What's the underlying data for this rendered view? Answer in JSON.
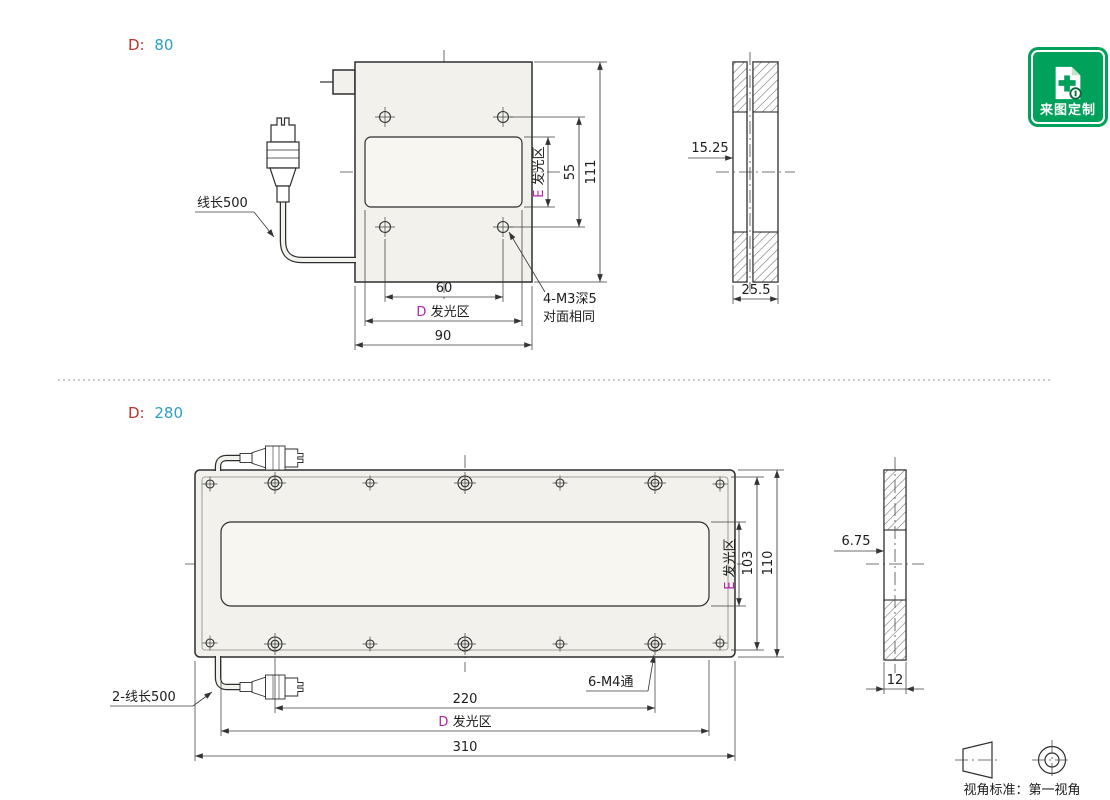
{
  "colors": {
    "red": "#c4332b",
    "teal": "#2e9ec4",
    "magenta": "#b325a8",
    "badge_green": "#00a15b"
  },
  "badge": {
    "label": "来图定制"
  },
  "footer": {
    "label": "视角标准：第一视角"
  },
  "d80": {
    "param": "D:",
    "value": "80",
    "cable": "线长500",
    "note1": "4-M3深5",
    "note2": "对面相同",
    "dim_hole_x": "60",
    "dim_area_prefix": "D",
    "dim_area_text": "发光区",
    "dim_width": "90",
    "dim_hole_y": "55",
    "dim_height": "111",
    "dim_e_prefix": "E",
    "dim_e_text": "发光区",
    "dim_side_offset": "15.25",
    "dim_side_depth": "25.5"
  },
  "d280": {
    "param": "D:",
    "value": "280",
    "cable": "2-线长500",
    "note": "6-M4通",
    "dim_hole_x": "220",
    "dim_area_prefix": "D",
    "dim_area_text": "发光区",
    "dim_width": "310",
    "dim_e_prefix": "E",
    "dim_e_text": "发光区",
    "dim_inner_h": "103",
    "dim_height": "110",
    "dim_side_offset": "6.75",
    "dim_side_depth": "12"
  }
}
